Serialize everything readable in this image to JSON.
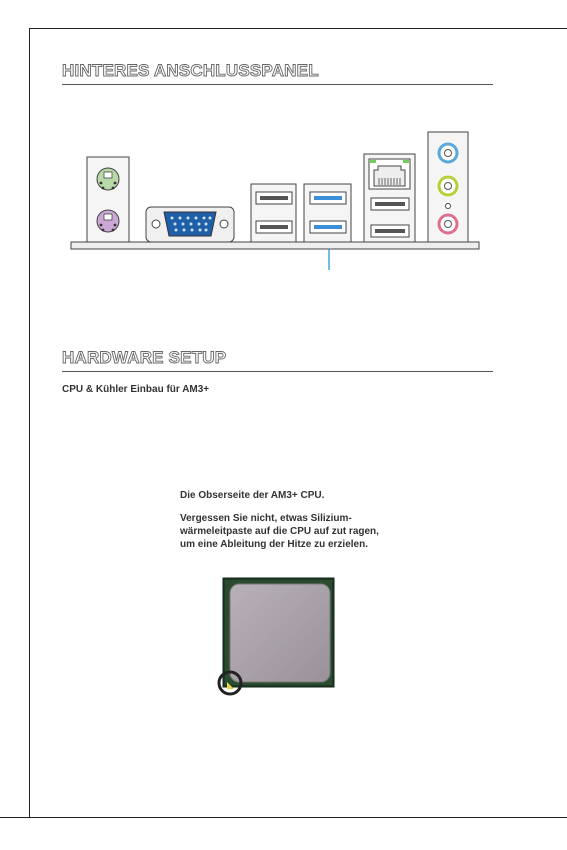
{
  "section1": {
    "title": "HINTERES ANSCHLUSSPANEL"
  },
  "section2": {
    "title": "HARDWARE SETUP",
    "subtitle": "CPU & Kühler Einbau für AM3+"
  },
  "cpu": {
    "caption": "Die Obserseite der AM3+ CPU.",
    "note": "Vergessen Sie nicht, etwas Silizium-wärmeleitpaste auf die CPU auf zut ragen, um eine Ableitung der Hitze zu erzielen."
  }
}
